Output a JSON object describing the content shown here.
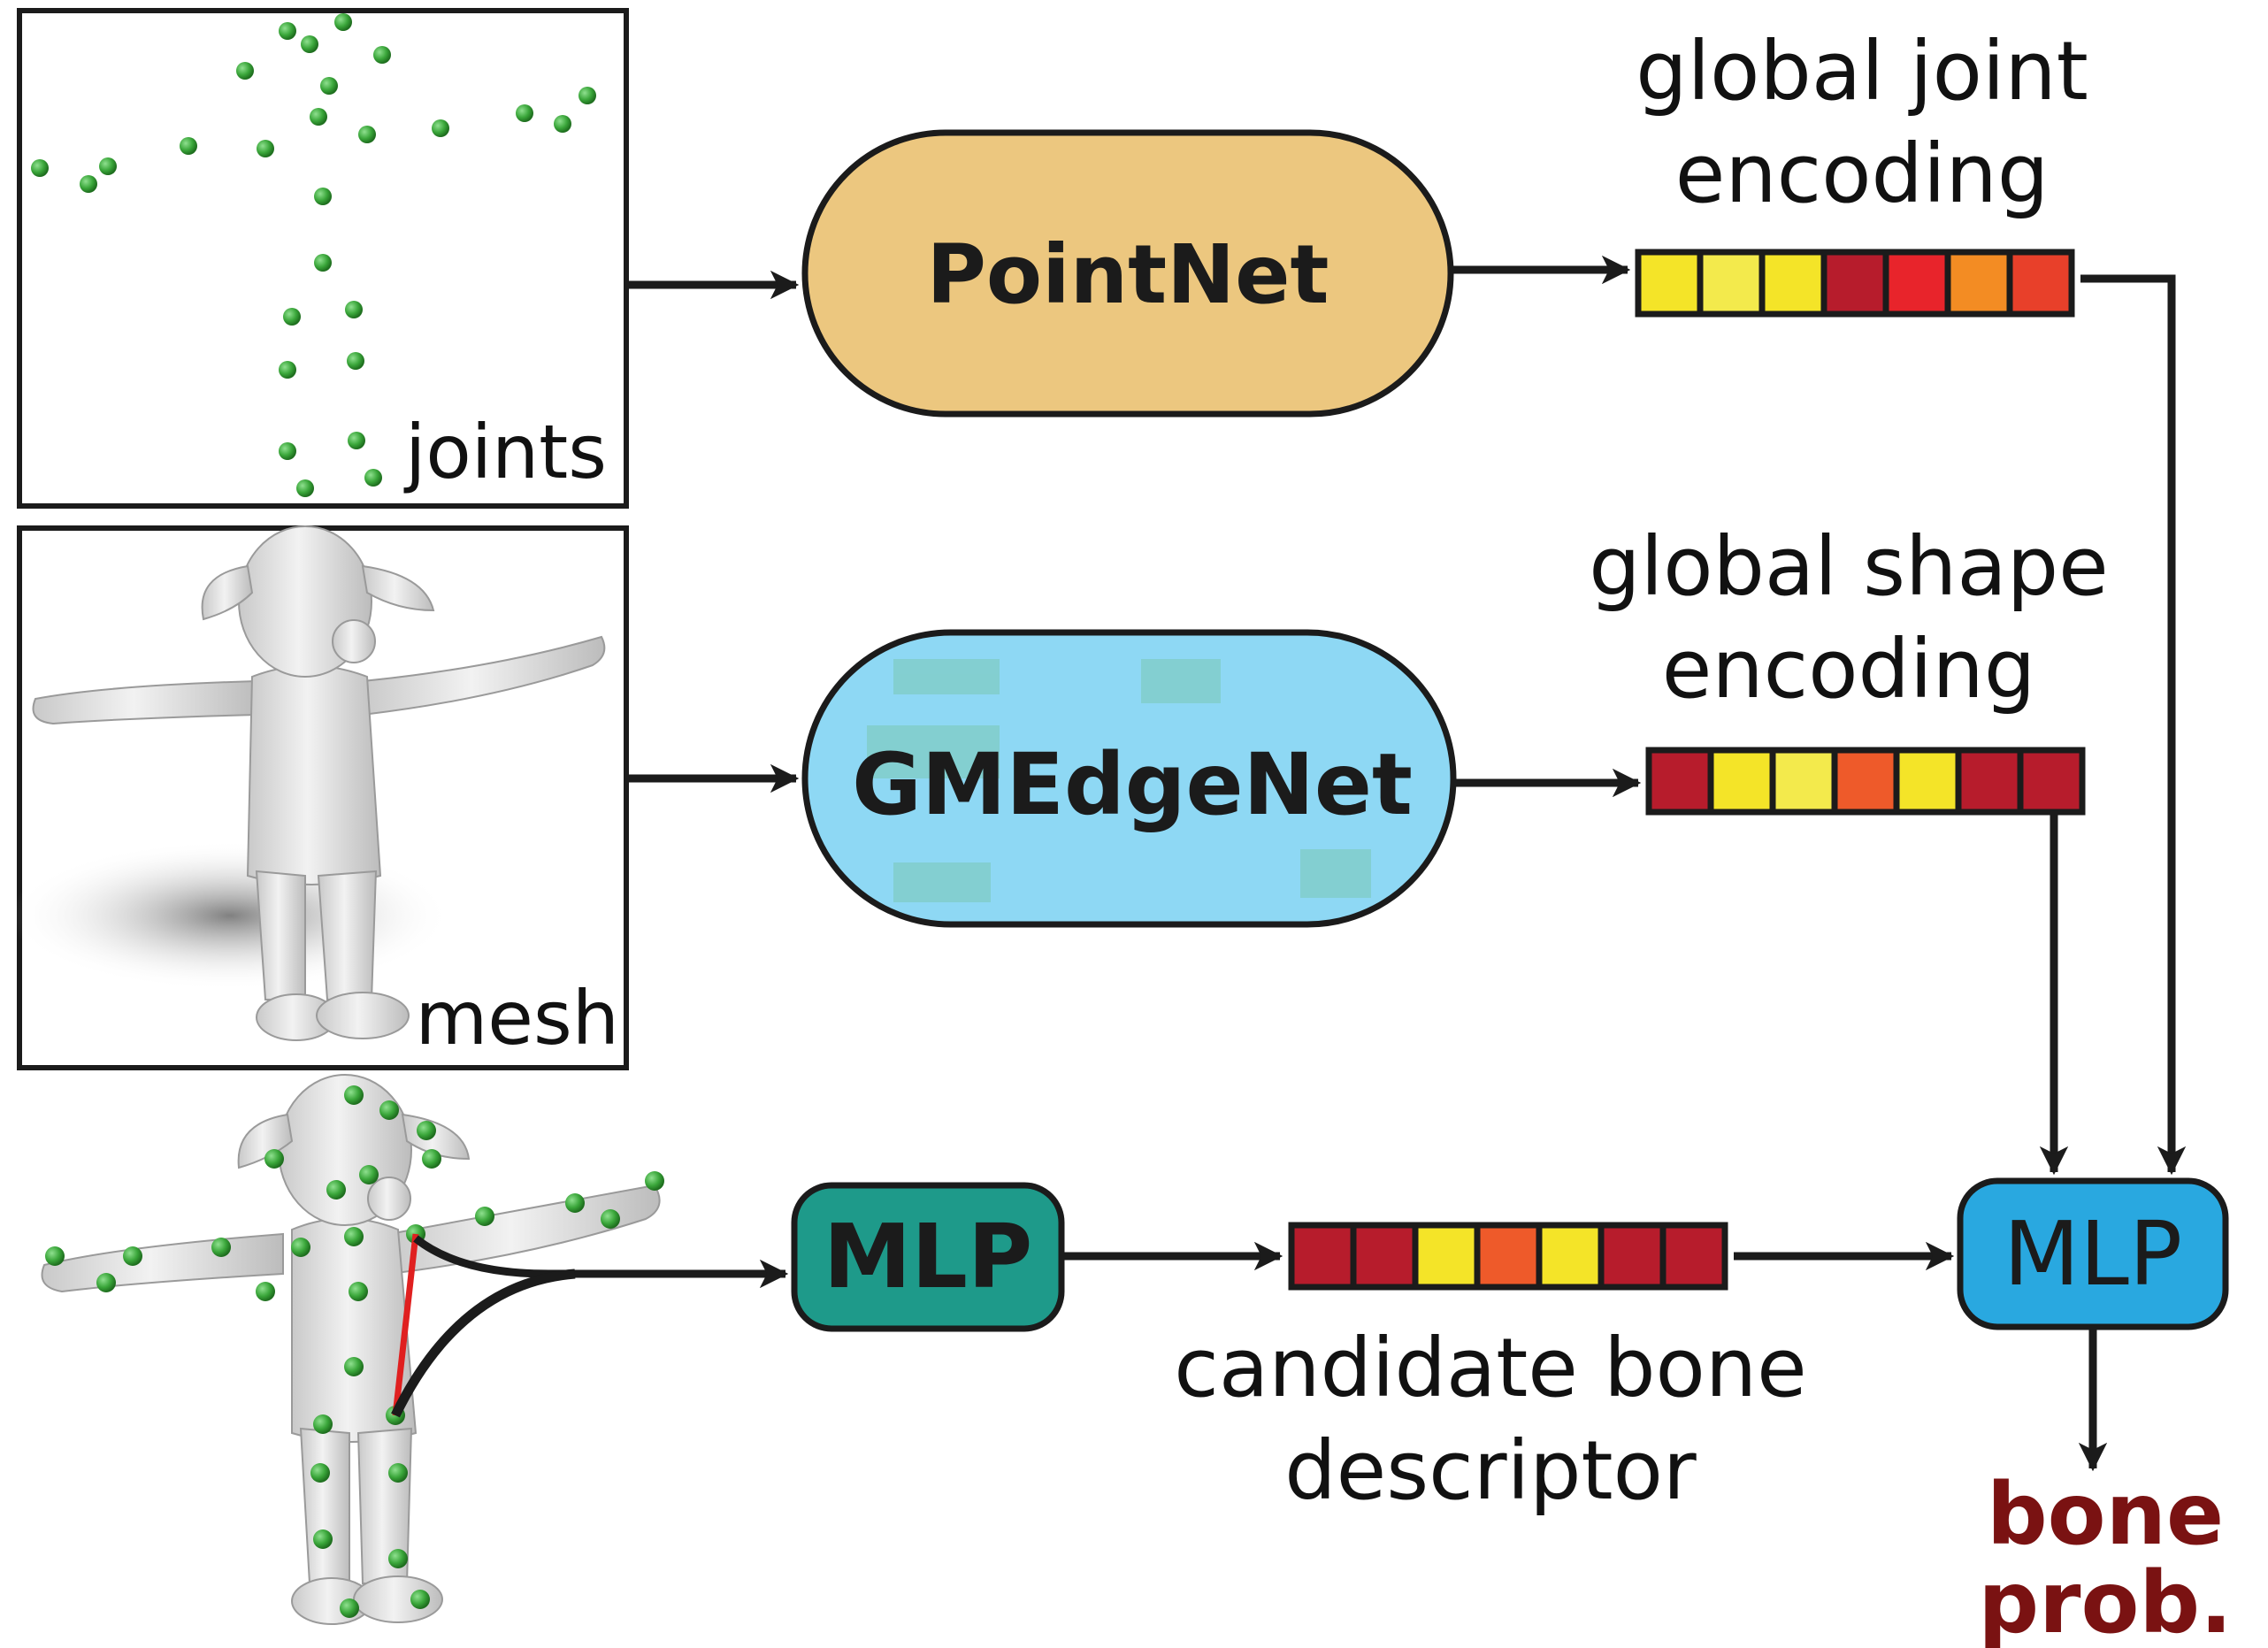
{
  "nodes": {
    "pointnet": "PointNet",
    "gmedgenet": "GMEdgeNet",
    "mlp_local": "MLP",
    "mlp_final": "MLP"
  },
  "panels": {
    "joints": "joints",
    "mesh": "mesh"
  },
  "labels": {
    "global_joint_line1": "global joint",
    "global_joint_line2": "encoding",
    "global_shape_line1": "global shape",
    "global_shape_line2": "encoding",
    "candidate_line1": "candidate bone",
    "candidate_line2": "descriptor",
    "output_line1": "bone",
    "output_line2": "prob."
  },
  "encodings": {
    "global_joint": [
      "#f4e428",
      "#f3ea4c",
      "#f4e428",
      "#b71c2c",
      "#e8242b",
      "#f38c23",
      "#e8402a"
    ],
    "global_shape": [
      "#b71c2c",
      "#f4e428",
      "#f3ea4c",
      "#ee5a2a",
      "#f4e428",
      "#b71c2c",
      "#b71c2c"
    ],
    "candidate_bone": [
      "#b71c2c",
      "#b71c2c",
      "#f4e428",
      "#ee5a2a",
      "#f4e428",
      "#b71c2c",
      "#b71c2c"
    ]
  },
  "colors": {
    "pointnet_fill": "#ecc77f",
    "gmedgenet_fill": "#8ed8f4",
    "mlp_local_fill": "#1e9a8a",
    "mlp_final_fill": "#29a8e0",
    "output_text": "#7a1212",
    "joint_dot": "#3aa63a",
    "bone_segment": "#e02020"
  }
}
